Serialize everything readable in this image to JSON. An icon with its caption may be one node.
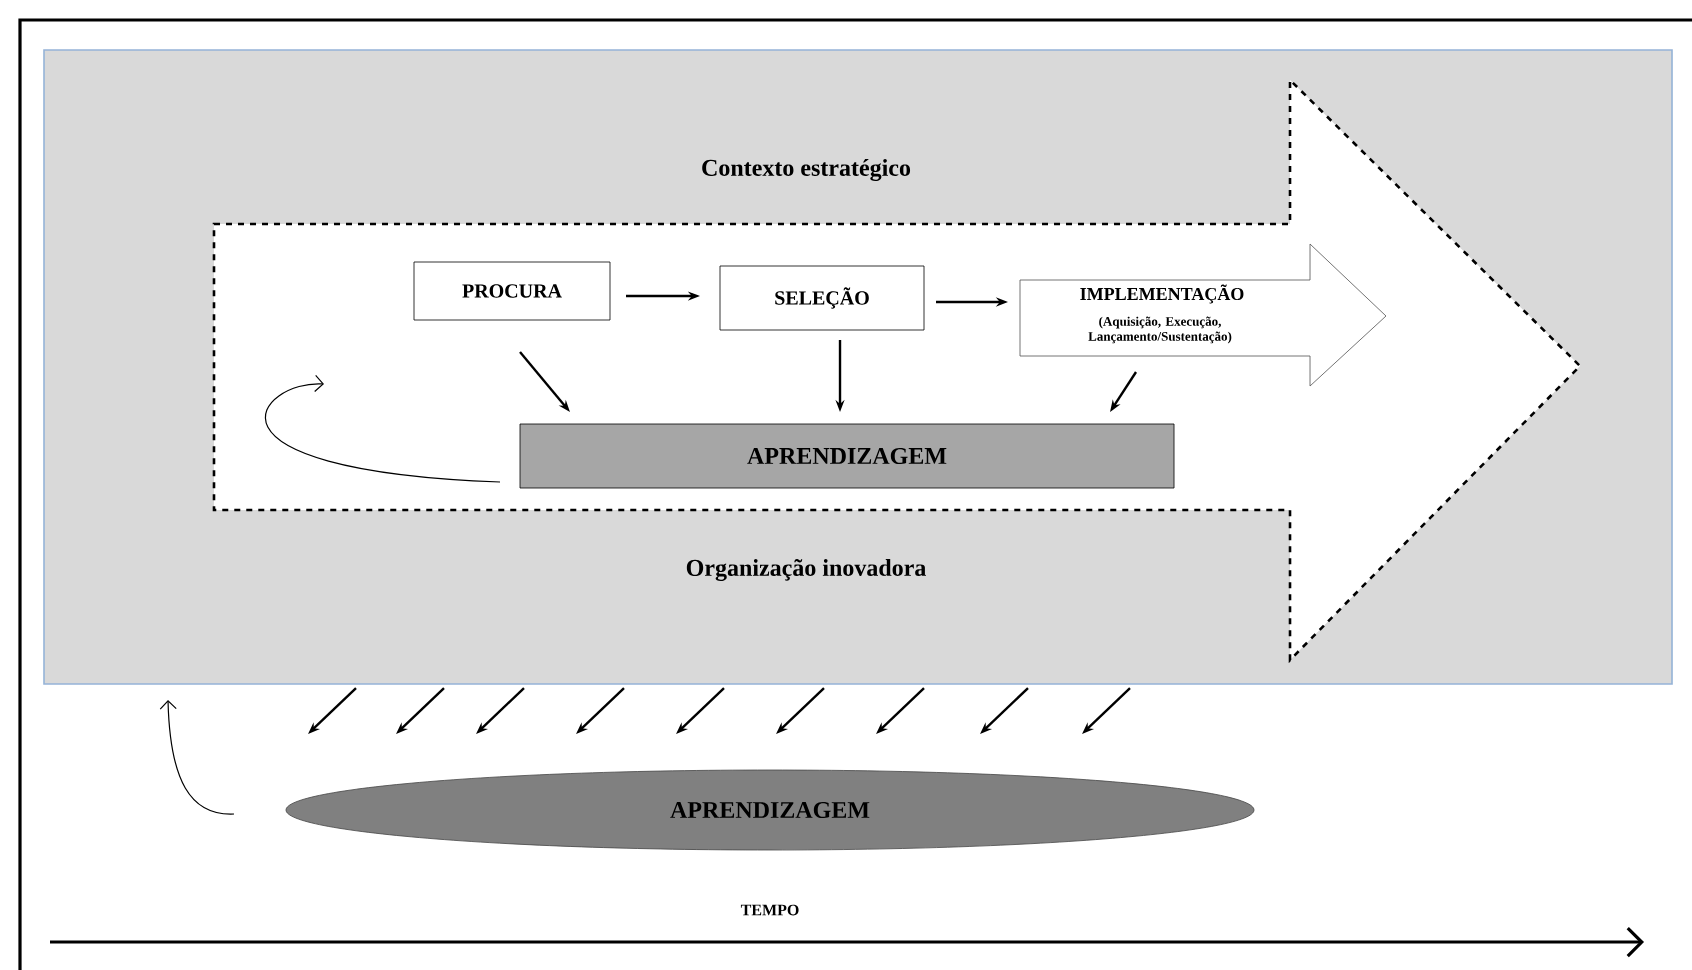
{
  "diagram": {
    "nodes": [
      {
        "text": [
          "Contexto estratégico",
          "Organização inovadora"
        ]
      },
      {
        "text": [],
        "shape": "arrow",
        "in": 0
      },
      {
        "text": [
          "PROCURA"
        ],
        "in": 1
      },
      {
        "text": [
          "SELEÇÃO"
        ],
        "in": 1
      },
      {
        "text": [
          "IMPLEMENTAÇÃO",
          "(Aquisição, Execução, Lançamento/Sustentação)"
        ],
        "in": 1
      },
      {
        "text": [
          "APRENDIZAGEM"
        ],
        "in": 1
      },
      {
        "text": [
          "APRENDIZAGEM"
        ]
      }
    ],
    "edges": [
      {
        "from": 2,
        "to": 3,
        "arrow": "to"
      },
      {
        "from": 3,
        "to": 4,
        "arrow": "to"
      },
      {
        "from": 2,
        "to": 5,
        "arrow": "to"
      },
      {
        "from": 3,
        "to": 5,
        "arrow": "to"
      },
      {
        "from": 4,
        "to": 5,
        "arrow": "to"
      },
      {
        "from": 5,
        "to": null,
        "arrow": "to"
      },
      {
        "from": 0,
        "to": null,
        "arrow": "to"
      },
      {
        "from": 0,
        "to": null,
        "arrow": "to"
      },
      {
        "from": 0,
        "to": null,
        "arrow": "to"
      },
      {
        "from": 0,
        "to": null,
        "arrow": "to"
      },
      {
        "from": 0,
        "to": null,
        "arrow": "to"
      },
      {
        "from": 0,
        "to": null,
        "arrow": "to"
      },
      {
        "from": 0,
        "to": null,
        "arrow": "to"
      },
      {
        "from": 0,
        "to": null,
        "arrow": "to"
      },
      {
        "from": 0,
        "to": null,
        "arrow": "to"
      },
      {
        "from": 6,
        "to": 0,
        "arrow": "to"
      }
    ],
    "labels": [
      "TEMPO"
    ]
  }
}
